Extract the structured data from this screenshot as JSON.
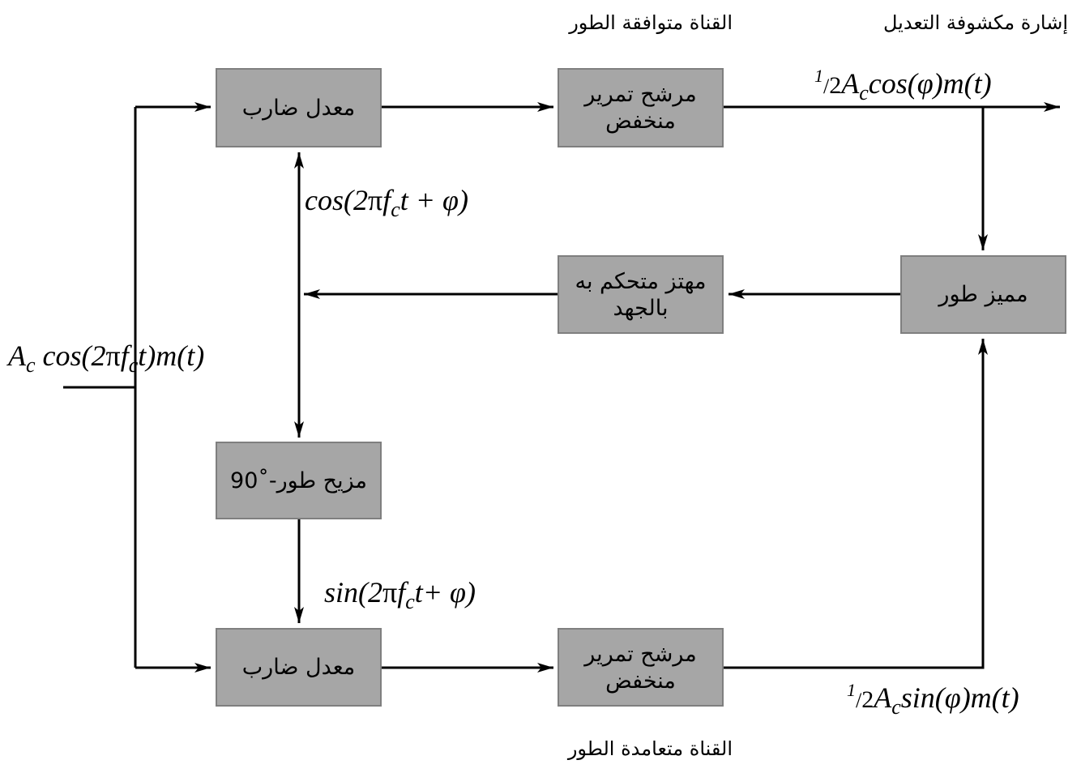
{
  "blocks": {
    "mixer_top": "معدل ضارب",
    "lpf_top": "مرشح تمرير\nمنخفض",
    "vco": "مهتز متحكم به\nبالجهد",
    "phase_detector": "مميز طور",
    "phase_shifter": "مزيح طور-",
    "phase_shifter_angle": "90˚",
    "mixer_bottom": "معدل ضارب",
    "lpf_bottom": "مرشح تمرير\nمنخفض"
  },
  "labels": {
    "in_phase_channel": "القناة متوافقة الطور",
    "demodulated_signal": "إشارة مكشوفة التعديل",
    "quadrature_channel": "القناة متعامدة الطور"
  },
  "math": {
    "input": {
      "a": "A",
      "a_sub": "c",
      "body": " cos(2",
      "pi": "π",
      "f": "f",
      "f_sub": "c",
      "tail": "t)m(t)"
    },
    "carrier_cos": {
      "head": "cos(2",
      "pi": "π",
      "f": "f",
      "f_sub": "c",
      "tail": "t + φ)"
    },
    "carrier_sin": {
      "head": "sin(2",
      "pi": "π",
      "f": "f",
      "f_sub": "c",
      "tail": "t+ φ)"
    },
    "out_top": {
      "num": "1",
      "slash": "/",
      "den": "2",
      "a": "A",
      "a_sub": "c",
      "tail": "cos(φ)m(t)"
    },
    "out_bottom": {
      "num": "1",
      "slash": "/",
      "den": "2",
      "a": "A",
      "a_sub": "c",
      "tail": "sin(φ)m(t)"
    }
  },
  "colors": {
    "block_fill": "#a6a6a6",
    "block_border": "#7f7f7f",
    "line": "#000000"
  }
}
